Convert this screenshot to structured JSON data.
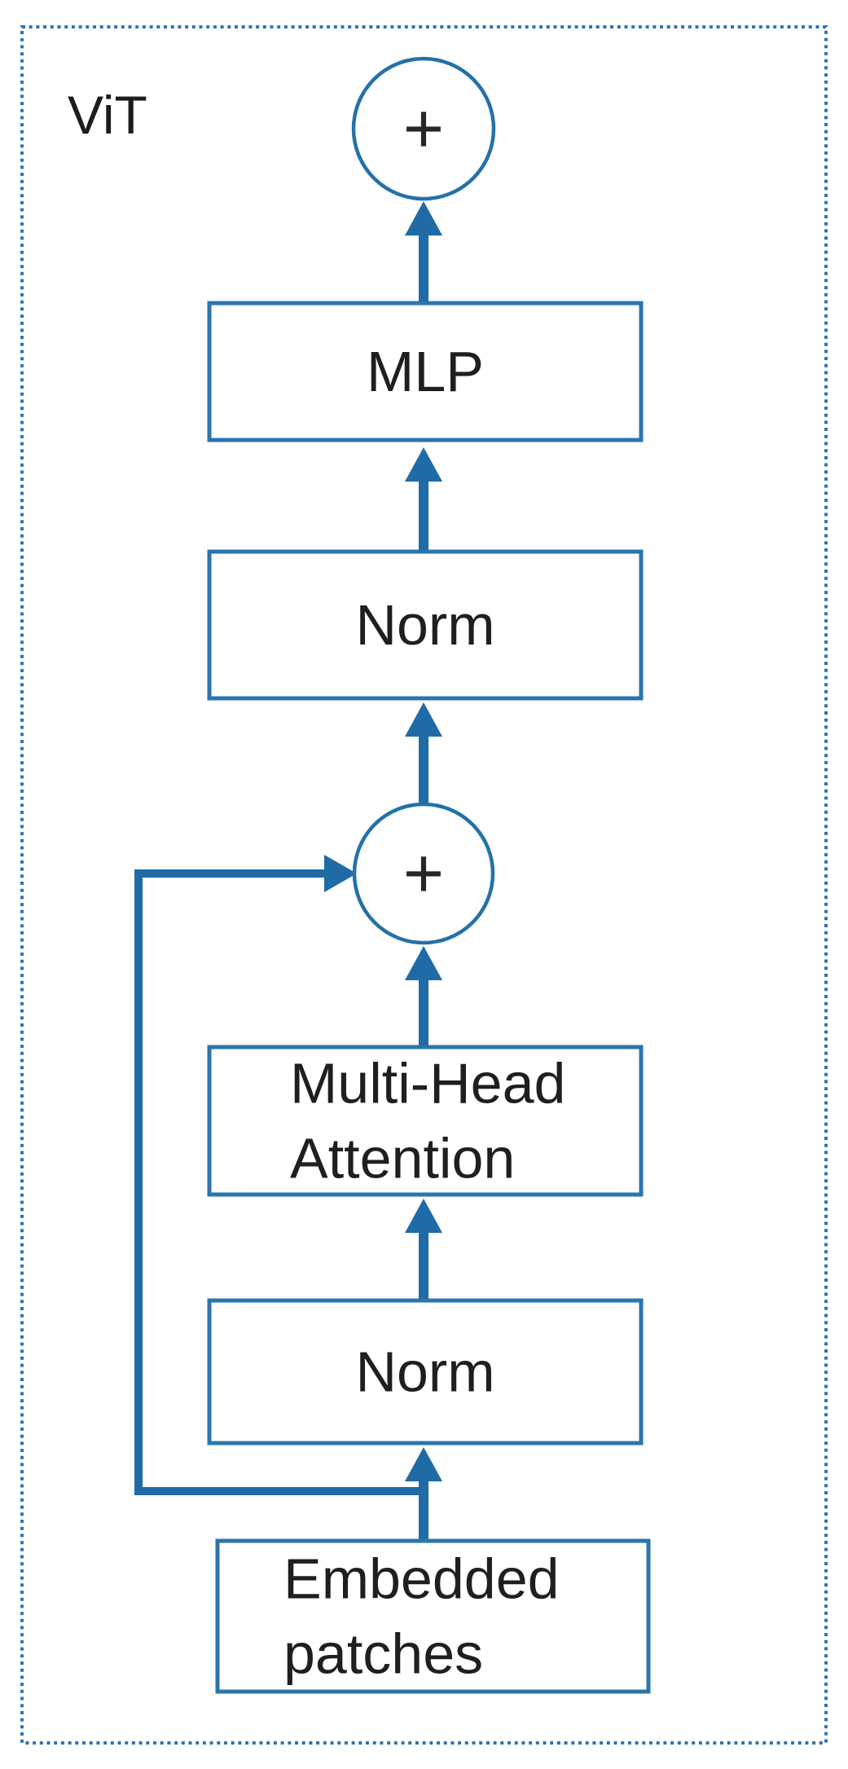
{
  "diagram": {
    "title": "ViT",
    "type": "flowchart",
    "description_text": "",
    "colors": {
      "arrow_blue": "#1f6ba6",
      "box_border_blue": "#2b75ad",
      "circle_blue": "#2471a8",
      "dotted_border_blue": "#2e75b6",
      "text_black": "#1f1f1f",
      "background": "#ffffff"
    },
    "nodes": [
      {
        "id": "add-2",
        "type": "sum",
        "symbol": "+"
      },
      {
        "id": "mlp",
        "type": "block",
        "label": "MLP",
        "lines": [
          "MLP"
        ]
      },
      {
        "id": "norm-2",
        "type": "block",
        "label": "Norm",
        "lines": [
          "Norm"
        ]
      },
      {
        "id": "add-1",
        "type": "sum",
        "symbol": "+"
      },
      {
        "id": "multi-head-attention",
        "type": "block",
        "label": "Multi-Head Attention",
        "lines": [
          "Multi-Head",
          "Attention"
        ]
      },
      {
        "id": "norm-1",
        "type": "block",
        "label": "Norm",
        "lines": [
          "Norm"
        ]
      },
      {
        "id": "embedded-patches",
        "type": "block",
        "label": "Embedded patches",
        "lines": [
          "Embedded",
          "patches"
        ]
      }
    ],
    "edges": [
      {
        "from": "embedded-patches",
        "to": "norm-1"
      },
      {
        "from": "norm-1",
        "to": "multi-head-attention"
      },
      {
        "from": "multi-head-attention",
        "to": "add-1"
      },
      {
        "from": "add-1",
        "to": "norm-2"
      },
      {
        "from": "norm-2",
        "to": "mlp"
      },
      {
        "from": "mlp",
        "to": "add-2"
      }
    ],
    "skip_connection": {
      "from": "embedded-patches-to-norm-1-segment",
      "to": "add-1",
      "side": "left"
    }
  }
}
